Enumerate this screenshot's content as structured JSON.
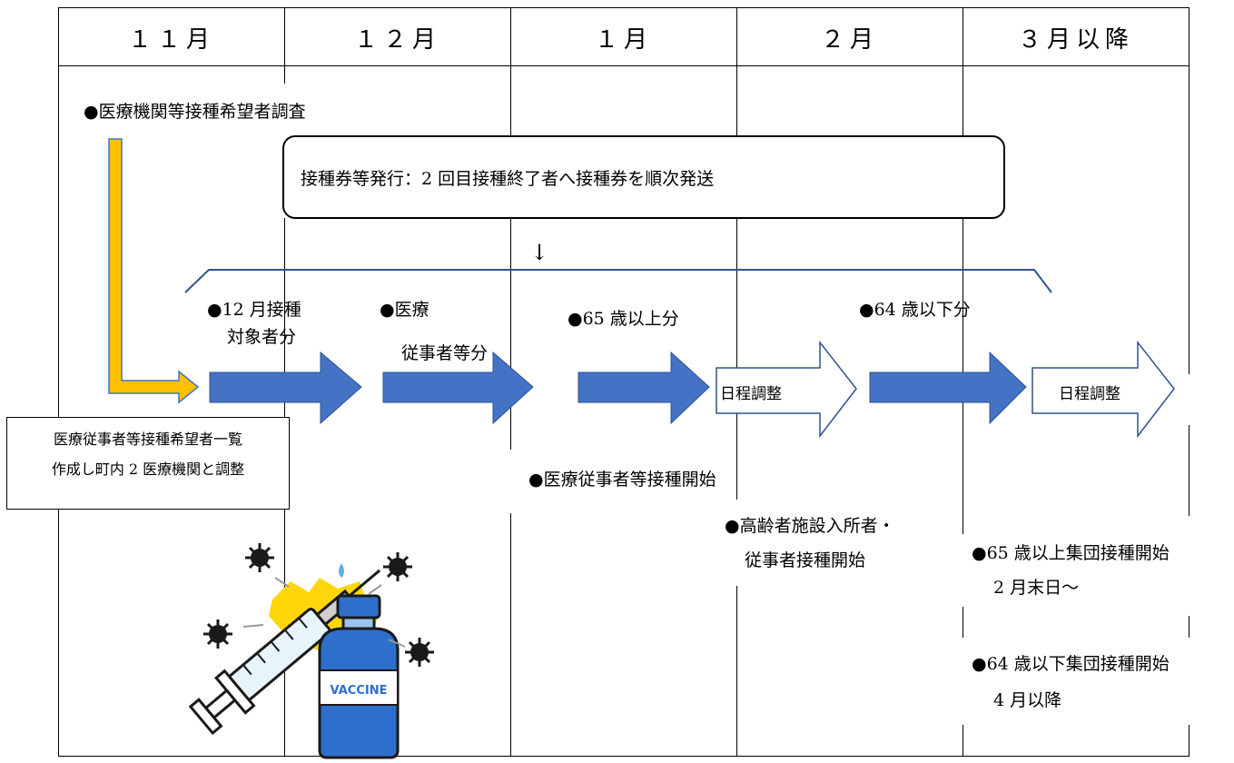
{
  "header": {
    "months": [
      "１１月",
      "１２月",
      "１月",
      "２月",
      "３月以降"
    ]
  },
  "steps": {
    "survey": "●医療機関等接種希望者調査",
    "issue_box": "接種券等発行：2 回目接種終了者へ接種券を順次発送",
    "down_arrow": "↓"
  },
  "groups": {
    "dec_line1": "●12 月接種",
    "dec_line2": "対象者分",
    "med_line1": "●医療",
    "med_line2": "従事者等分",
    "over65": "●65 歳以上分",
    "under64": "●64 歳以下分"
  },
  "arrows": {
    "schedule_label_1": "日程調整",
    "schedule_label_2": "日程調整"
  },
  "note_box": {
    "line1": "医療従事者等接種希望者一覧",
    "line2": "作成し町内 2 医療機関と調整"
  },
  "events": {
    "medical_start": "●医療従事者等接種開始",
    "elderly_facility_line1": "●高齢者施設入所者・",
    "elderly_facility_line2": "従事者接種開始",
    "group65_line1": "●65 歳以上集団接種開始",
    "group65_line2": "2 月末日～",
    "group64_line1": "●64 歳以下集団接種開始",
    "group64_line2": "4 月以降"
  },
  "illustration": {
    "vaccine_label": "VACCINE"
  },
  "colors": {
    "blue_arrow": "#4472C4",
    "blue_arrow_stroke": "#2F528F",
    "yellow_arrow": "#FFC000",
    "bracket": "#2F528F",
    "splash": "#FFD60A",
    "bottle": "#2E6FCC",
    "virus": "#1a1a1a"
  }
}
